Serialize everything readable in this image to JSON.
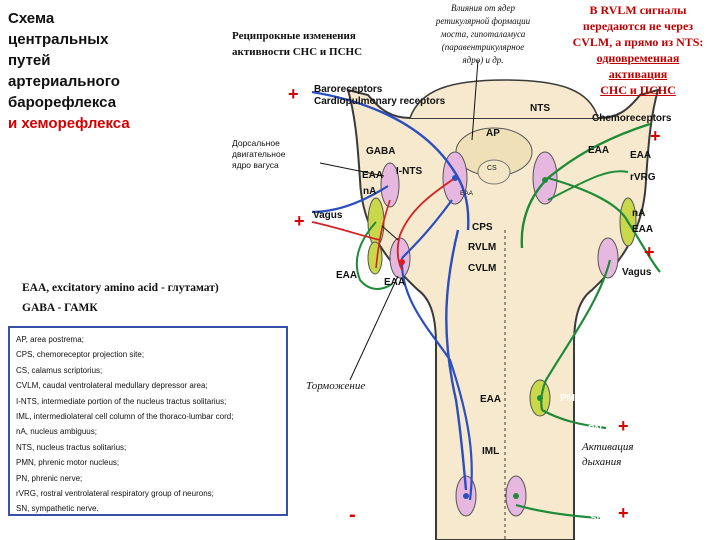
{
  "title": {
    "line1": "Схема",
    "line2": "центральных",
    "line3": "путей",
    "line4": "артериального",
    "line5": "барорефлекса",
    "line6": "и хеморефлекса"
  },
  "reciprocal": {
    "line1": "Реципрокные изменения",
    "line2": "активности СНС и ПСНС"
  },
  "influence": {
    "line1": "Влияния от ядер",
    "line2": "ретикулярной формации",
    "line3": "моста, гипоталамуса",
    "line4": "(паравентрикулярное",
    "line5": "ядро) и др."
  },
  "rvlm_note": {
    "line1": "В RVLM сигналы",
    "line2": "передаются не через",
    "line3": "CVLM, а прямо из NTS:",
    "line4": "одновременная",
    "line5": "активация",
    "line6": "СНС и ПСНС"
  },
  "abbreviations": {
    "eaa": "EAA, excitatory amino acid - глутамат)",
    "gaba": "GABA - ГАМК"
  },
  "legend": [
    "AP, area postrema;",
    "CPS, chemoreceptor projection site;",
    "CS, calamus scriptorius;",
    "CVLM, caudal ventrolateral medullary depressor area;",
    "I-NTS, intermediate portion of the nucleus tractus solitarius;",
    "IML, intermediolateral cell column of the thoraco-lumbar cord;",
    "nA, nucleus ambiguus;",
    "NTS, nucleus tractus solitarius;",
    "PMN, phrenic motor nucleus;",
    "PN, phrenic nerve;",
    "rVRG, rostral ventrolateral respiratory group of neurons;",
    "SN, sympathetic nerve."
  ],
  "labels": {
    "baroreceptors": "Baroreceptors",
    "cardiopulmonary": "Cardiopulmonary receptors",
    "nts": "NTS",
    "chemoreceptors": "Chemoreceptors",
    "ap": "AP",
    "cs": "CS",
    "gaba": "GABA",
    "i_nts": "I-NTS",
    "eaa_left": "EAA",
    "na_left": "nA",
    "vagus_left": "Vagus",
    "cps": "CPS",
    "rvlm": "RVLM",
    "cvlm": "CVLM",
    "eaa_cvlm_left": "EAA",
    "eaa_cvlm_right": "EAA",
    "eaa_right": "EAA",
    "eaa_far_right": "EAA",
    "rvrg": "rVRG",
    "na_right": "nA",
    "eaa_right_low": "EAA",
    "vagus_right": "Vagus",
    "eaa_cord": "EAA",
    "pmn": "PMN",
    "pn": "PN",
    "iml": "IML",
    "sn_left": "SN",
    "sn_right": "SN",
    "eaa_small": "EAA",
    "dorsal_motor": {
      "line1": "Дорсальное",
      "line2": "двигательное",
      "line3": "ядро вагуса"
    },
    "inhibition": "Торможение",
    "activation": {
      "line1": "Активация",
      "line2": "дыхания"
    },
    "plus": "+",
    "minus": "-"
  },
  "colors": {
    "accent_red": "#d40000",
    "legend_border": "#3a4fa8",
    "brainstem_fill": "#f6e9cd",
    "brainstem_outline": "#3a3a3a",
    "blue_pathway": "#2b4fbf",
    "green_pathway": "#1f8a3a",
    "red_pathway": "#d42020",
    "nucleus_pink": "#e6b8e0",
    "nucleus_green": "#c8d84a"
  }
}
